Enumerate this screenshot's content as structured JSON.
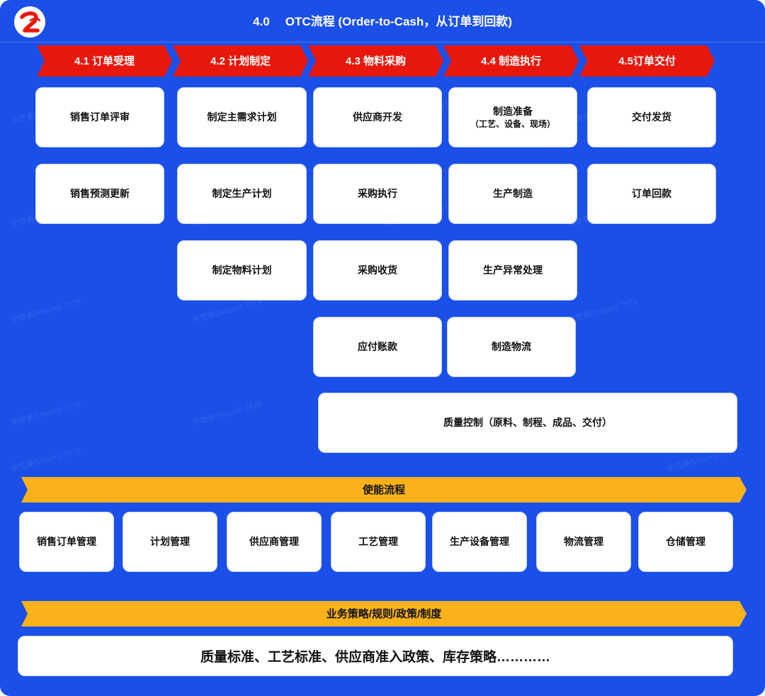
{
  "header": {
    "number": "4.0",
    "title": "OTC流程 (Order-to-Cash，从订单到回款)",
    "logo_icon": "brand-logo-icon"
  },
  "colors": {
    "background": "#1a4fe8",
    "phase_arrow": "#e8170c",
    "banner": "#f9b21a",
    "card": "#ffffff"
  },
  "phases": [
    {
      "label": "4.1 订单受理"
    },
    {
      "label": "4.2 计划制定"
    },
    {
      "label": "4.3 物料采购"
    },
    {
      "label": "4.4 制造执行"
    },
    {
      "label": "4.5订单交付"
    }
  ],
  "activities": {
    "order_acceptance": [
      "销售订单评审",
      "销售预测更新"
    ],
    "planning": [
      "制定主需求计划",
      "制定生产计划",
      "制定物料计划"
    ],
    "procurement": [
      "供应商开发",
      "采购执行",
      "采购收货",
      "应付账款"
    ],
    "manufacturing": {
      "prep_title": "制造准备",
      "prep_sub": "（工艺、设备、现场）",
      "items": [
        "生产制造",
        "生产异常处理",
        "制造物流"
      ]
    },
    "delivery": [
      "交付发货",
      "订单回款"
    ],
    "quality": "质量控制（原料、制程、成品、交付）"
  },
  "enabling": {
    "label": "使能流程",
    "items": [
      "销售订单管理",
      "计划管理",
      "供应商管理",
      "工艺管理",
      "生产设备管理",
      "物流管理",
      "仓储管理"
    ]
  },
  "policy": {
    "label": "业务策略/规则/政策/制度",
    "content": "质量标准、工艺标准、供应商准入政策、库存策略…………"
  },
  "watermark": "余世豪(Mason) 7579"
}
